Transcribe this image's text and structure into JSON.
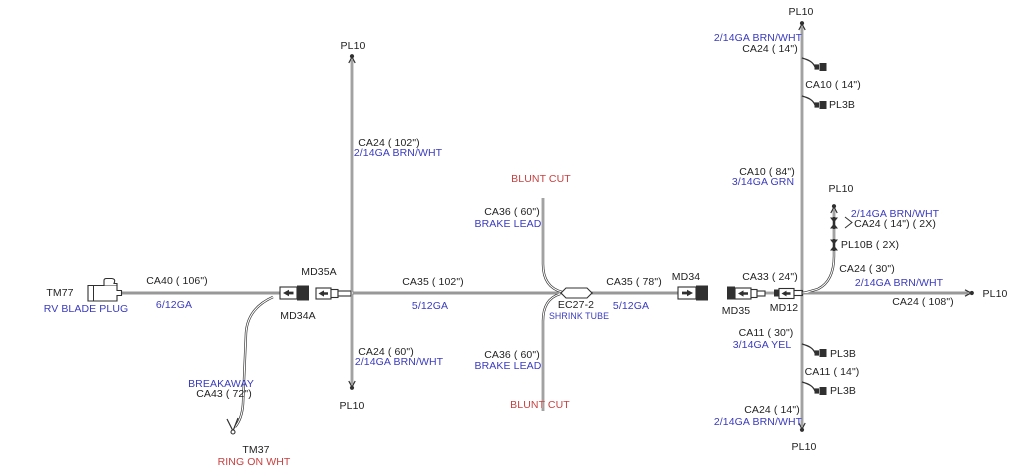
{
  "colors": {
    "ink": "#1f1f1f",
    "blue": "#3a3ac0",
    "red": "#c94040",
    "line": "#303030"
  },
  "labels": {
    "tm77": "TM77",
    "rv_blade_plug": "RV BLADE PLUG",
    "ca40": "CA40  ( 106\")",
    "ga_6_12": "6/12GA",
    "md35a": "MD35A",
    "md34a": "MD34A",
    "breakaway": "BREAKAWAY",
    "ca43": "CA43  ( 72\")",
    "tm37": "TM37",
    "ring_on_wht": "RING ON WHT",
    "pl10": "PL10",
    "ca24_102": "CA24  ( 102\")",
    "ca24_60": "CA24  ( 60\")",
    "brn_wht": "2/14GA BRN/WHT",
    "ca35_102": "CA35  ( 102\")",
    "ga_5_12": "5/12GA",
    "blunt_cut": "BLUNT CUT",
    "ca36_60": "CA36  ( 60\")",
    "brake_lead": "BRAKE LEAD",
    "ec27_2": "EC27-2",
    "shrink_tube": "SHRINK TUBE",
    "ca35_78": "CA35  ( 78\")",
    "md34": "MD34",
    "md35": "MD35",
    "md12": "MD12",
    "ca33_24": "CA33  ( 24\")",
    "ca24_30": "CA24  ( 30\")",
    "ca24_108": "CA24  ( 108\")",
    "ca24_14": "CA24  ( 14\")",
    "ca24_14_2x": "CA24  ( 14\")    ( 2X)",
    "pl10b_2x": "PL10B  ( 2X)",
    "ca10_14": "CA10  ( 14\")",
    "ca10_84": "CA10  ( 84\")",
    "ga_3_14_grn": "3/14GA GRN",
    "pl3b": "PL3B",
    "ca11_30": "CA11  ( 30\")",
    "ca11_14": "CA11  ( 14\")",
    "ga_3_14_yel": "3/14GA YEL"
  }
}
